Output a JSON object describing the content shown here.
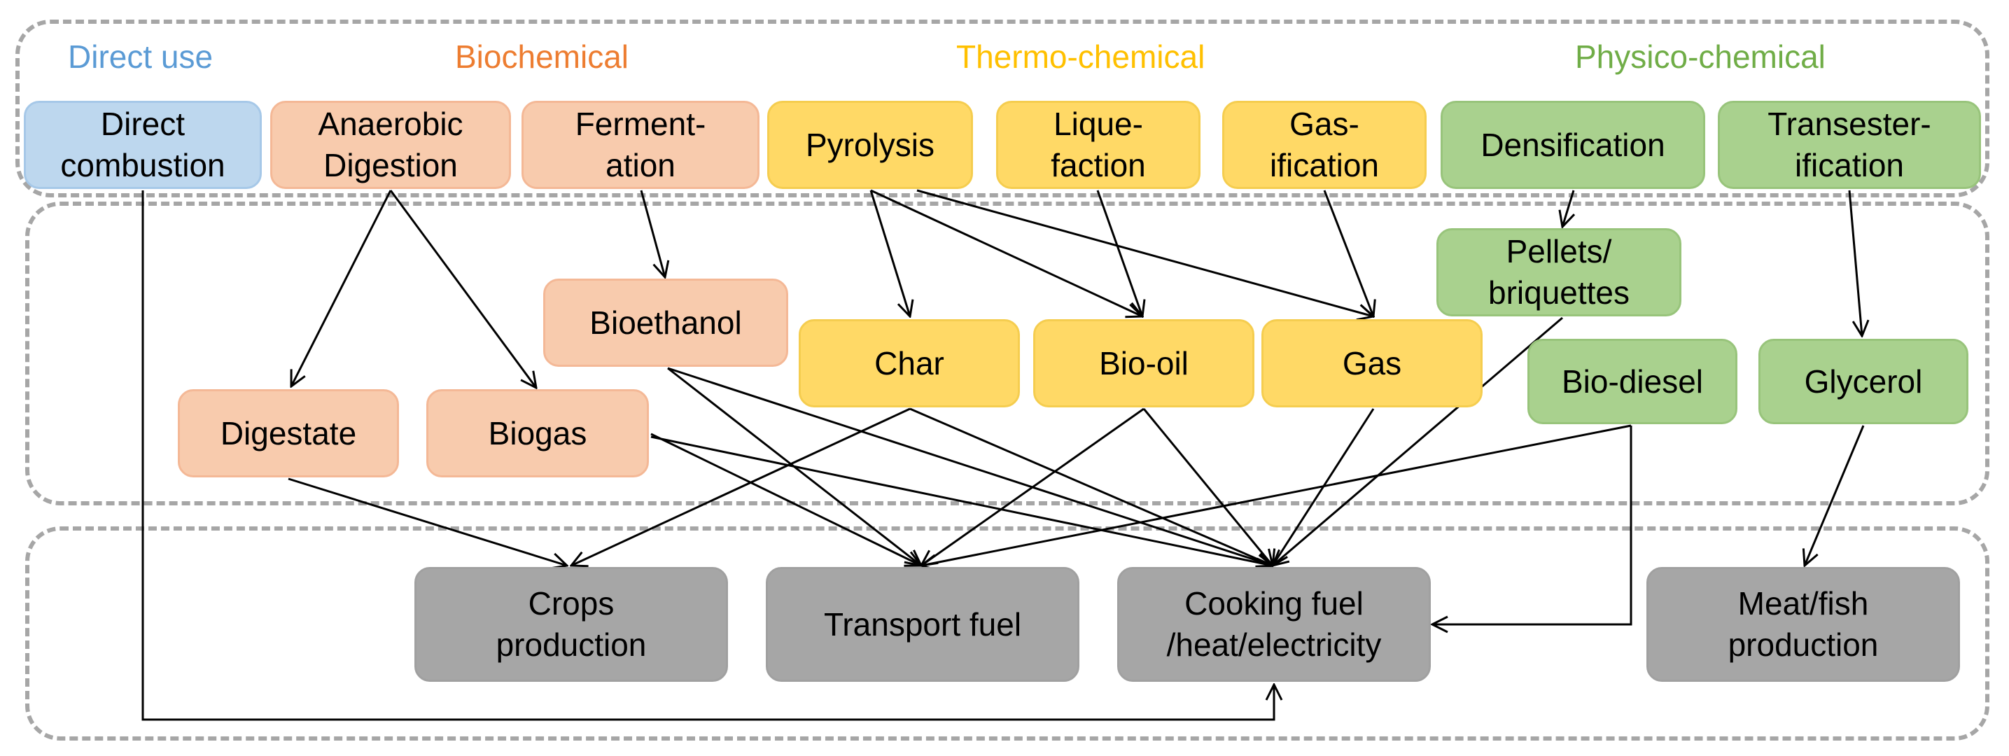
{
  "colors": {
    "direct_use": "#5b9bd5",
    "biochemical": "#ed7d31",
    "thermo_chemical": "#ffc000",
    "physico_chemical": "#70ad47",
    "frame": "#a6a6a6",
    "arrow": "#000000"
  },
  "categories": {
    "direct_use": "Direct use",
    "biochemical": "Biochemical",
    "thermo_chemical": "Thermo-chemical",
    "physico_chemical": "Physico-chemical"
  },
  "processes": {
    "direct_combustion": "Direct\ncombustion",
    "anaerobic_digestion": "Anaerobic\nDigestion",
    "fermentation": "Ferment-\nation",
    "pyrolysis": "Pyrolysis",
    "liquefaction": "Lique-\nfaction",
    "gasification": "Gas-\nification",
    "densification": "Densification",
    "transesterification": "Transester-\nification"
  },
  "products": {
    "digestate": "Digestate",
    "biogas": "Biogas",
    "bioethanol": "Bioethanol",
    "char": "Char",
    "bio_oil": "Bio-oil",
    "gas": "Gas",
    "pellets": "Pellets/\nbriquettes",
    "bio_diesel": "Bio-diesel",
    "glycerol": "Glycerol"
  },
  "uses": {
    "crops": "Crops\nproduction",
    "transport": "Transport fuel",
    "cooking": "Cooking fuel\n/heat/electricity",
    "meat": "Meat/fish\nproduction"
  },
  "edges": [
    [
      "anaerobic_digestion",
      "digestate"
    ],
    [
      "anaerobic_digestion",
      "biogas"
    ],
    [
      "fermentation",
      "bioethanol"
    ],
    [
      "pyrolysis",
      "char"
    ],
    [
      "pyrolysis",
      "bio_oil"
    ],
    [
      "pyrolysis",
      "gas"
    ],
    [
      "liquefaction",
      "bio_oil"
    ],
    [
      "gasification",
      "gas"
    ],
    [
      "densification",
      "pellets"
    ],
    [
      "transesterification",
      "glycerol"
    ],
    [
      "digestate",
      "crops"
    ],
    [
      "biogas",
      "transport"
    ],
    [
      "biogas",
      "cooking"
    ],
    [
      "bioethanol",
      "transport"
    ],
    [
      "bioethanol",
      "cooking"
    ],
    [
      "char",
      "crops"
    ],
    [
      "char",
      "cooking"
    ],
    [
      "bio_oil",
      "transport"
    ],
    [
      "bio_oil",
      "cooking"
    ],
    [
      "gas",
      "cooking"
    ],
    [
      "pellets",
      "cooking"
    ],
    [
      "bio_diesel",
      "transport"
    ],
    [
      "bio_diesel",
      "cooking"
    ],
    [
      "direct_combustion",
      "cooking"
    ],
    [
      "glycerol",
      "meat"
    ]
  ]
}
